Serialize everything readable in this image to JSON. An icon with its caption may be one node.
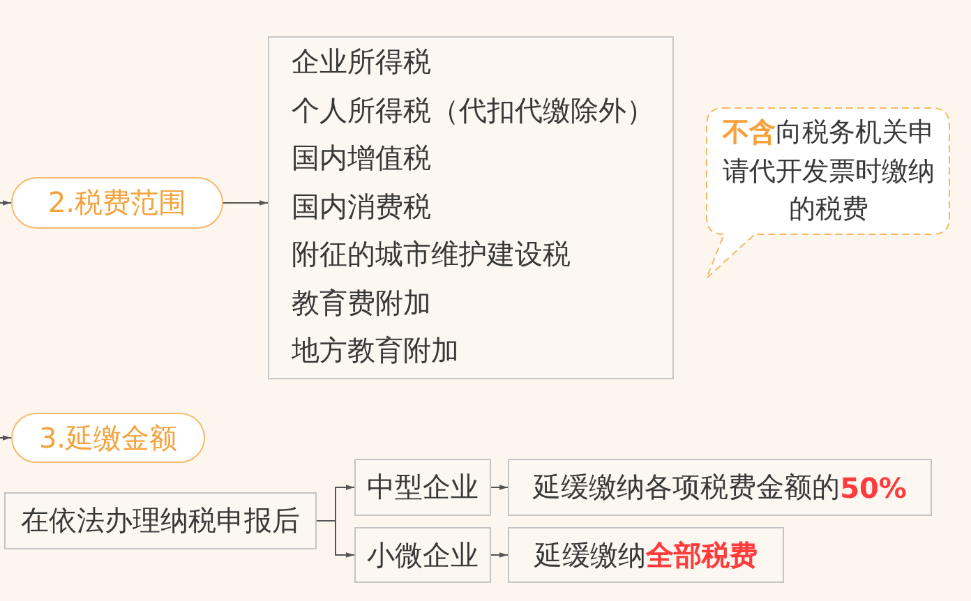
{
  "diagram": {
    "nodes": [
      {
        "text": [
          "2.税费范围"
        ]
      },
      {
        "text": [
          "企业所得税",
          "个人所得税（代扣代缴除外）",
          "国内增值税",
          "国内消费税",
          "附征的城市维护建设税",
          "教育费附加",
          "地方教育附加"
        ]
      },
      {
        "text": [
          "**不含**向税务机关申请代开发票时缴纳的税费"
        ]
      },
      {
        "text": [
          "3.延缴金额"
        ]
      },
      {
        "text": [
          "在依法办理纳税申报后"
        ]
      },
      {
        "text": [
          "中型企业"
        ]
      },
      {
        "text": [
          "小微企业"
        ]
      },
      {
        "text": [
          "延缓缴纳各项税费金额的**50%**"
        ]
      },
      {
        "text": [
          "延缓缴纳**全部税费**"
        ]
      }
    ],
    "edges": [
      {
        "from": null,
        "to": 0,
        "arrow": "to"
      },
      {
        "from": 0,
        "to": 1,
        "arrow": "to"
      },
      {
        "from": null,
        "to": 3,
        "arrow": "to"
      },
      {
        "from": 4,
        "to": 5,
        "arrow": "to"
      },
      {
        "from": 4,
        "to": 6,
        "arrow": "to"
      },
      {
        "from": 5,
        "to": 7,
        "arrow": "to"
      },
      {
        "from": 6,
        "to": 8,
        "arrow": "to"
      }
    ]
  }
}
